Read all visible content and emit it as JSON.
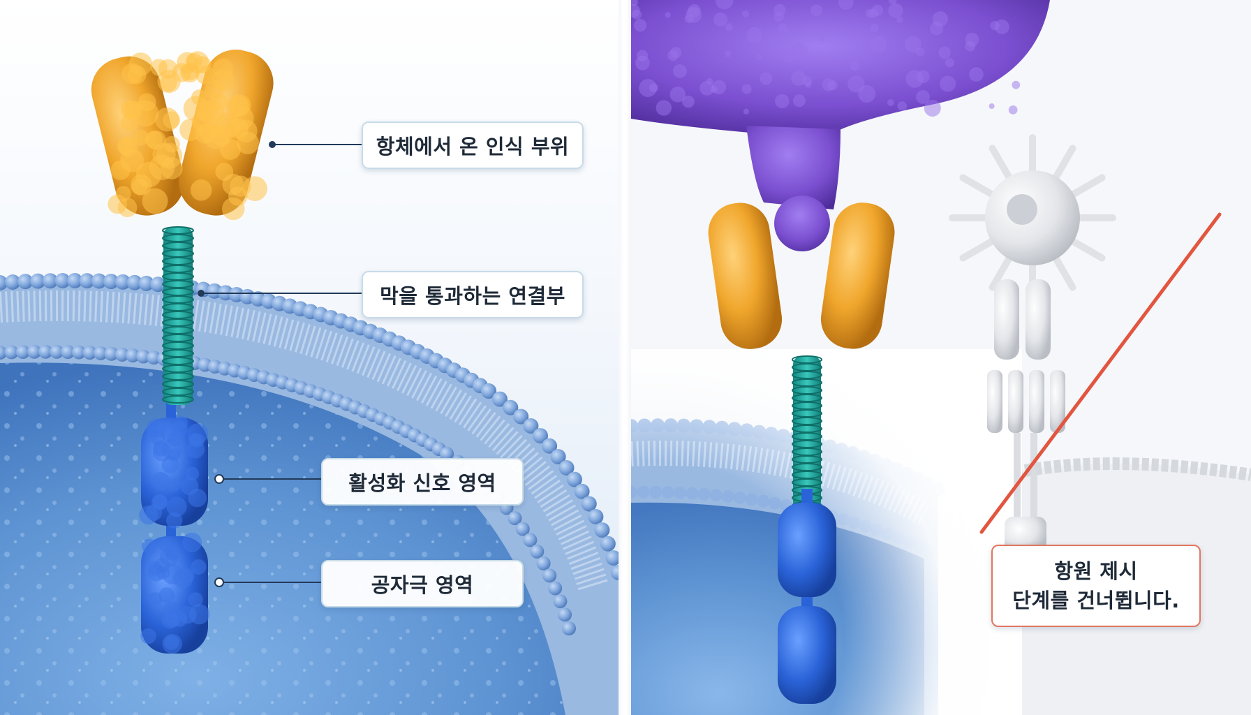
{
  "left_panel": {
    "labels": {
      "recognition": "항체에서 온 인식 부위",
      "transmembrane": "막을 통과하는 연결부",
      "activation": "활성화 신호 영역",
      "costim": "공자극 영역"
    }
  },
  "right_panel": {
    "note_line1": "항원 제시",
    "note_line2": "단계를 건너뜁니다."
  },
  "colors": {
    "antibody_orange": "#f0a62c",
    "linker_teal": "#1faaa0",
    "signal_blue": "#2a63d8",
    "membrane_blue": "#5f8fcf",
    "cytoplasm_blue": "#5d93d2",
    "tumor_purple": "#7b4fd0",
    "ghost_grey": "#d7d9dd",
    "strike_red": "#e2553f"
  }
}
